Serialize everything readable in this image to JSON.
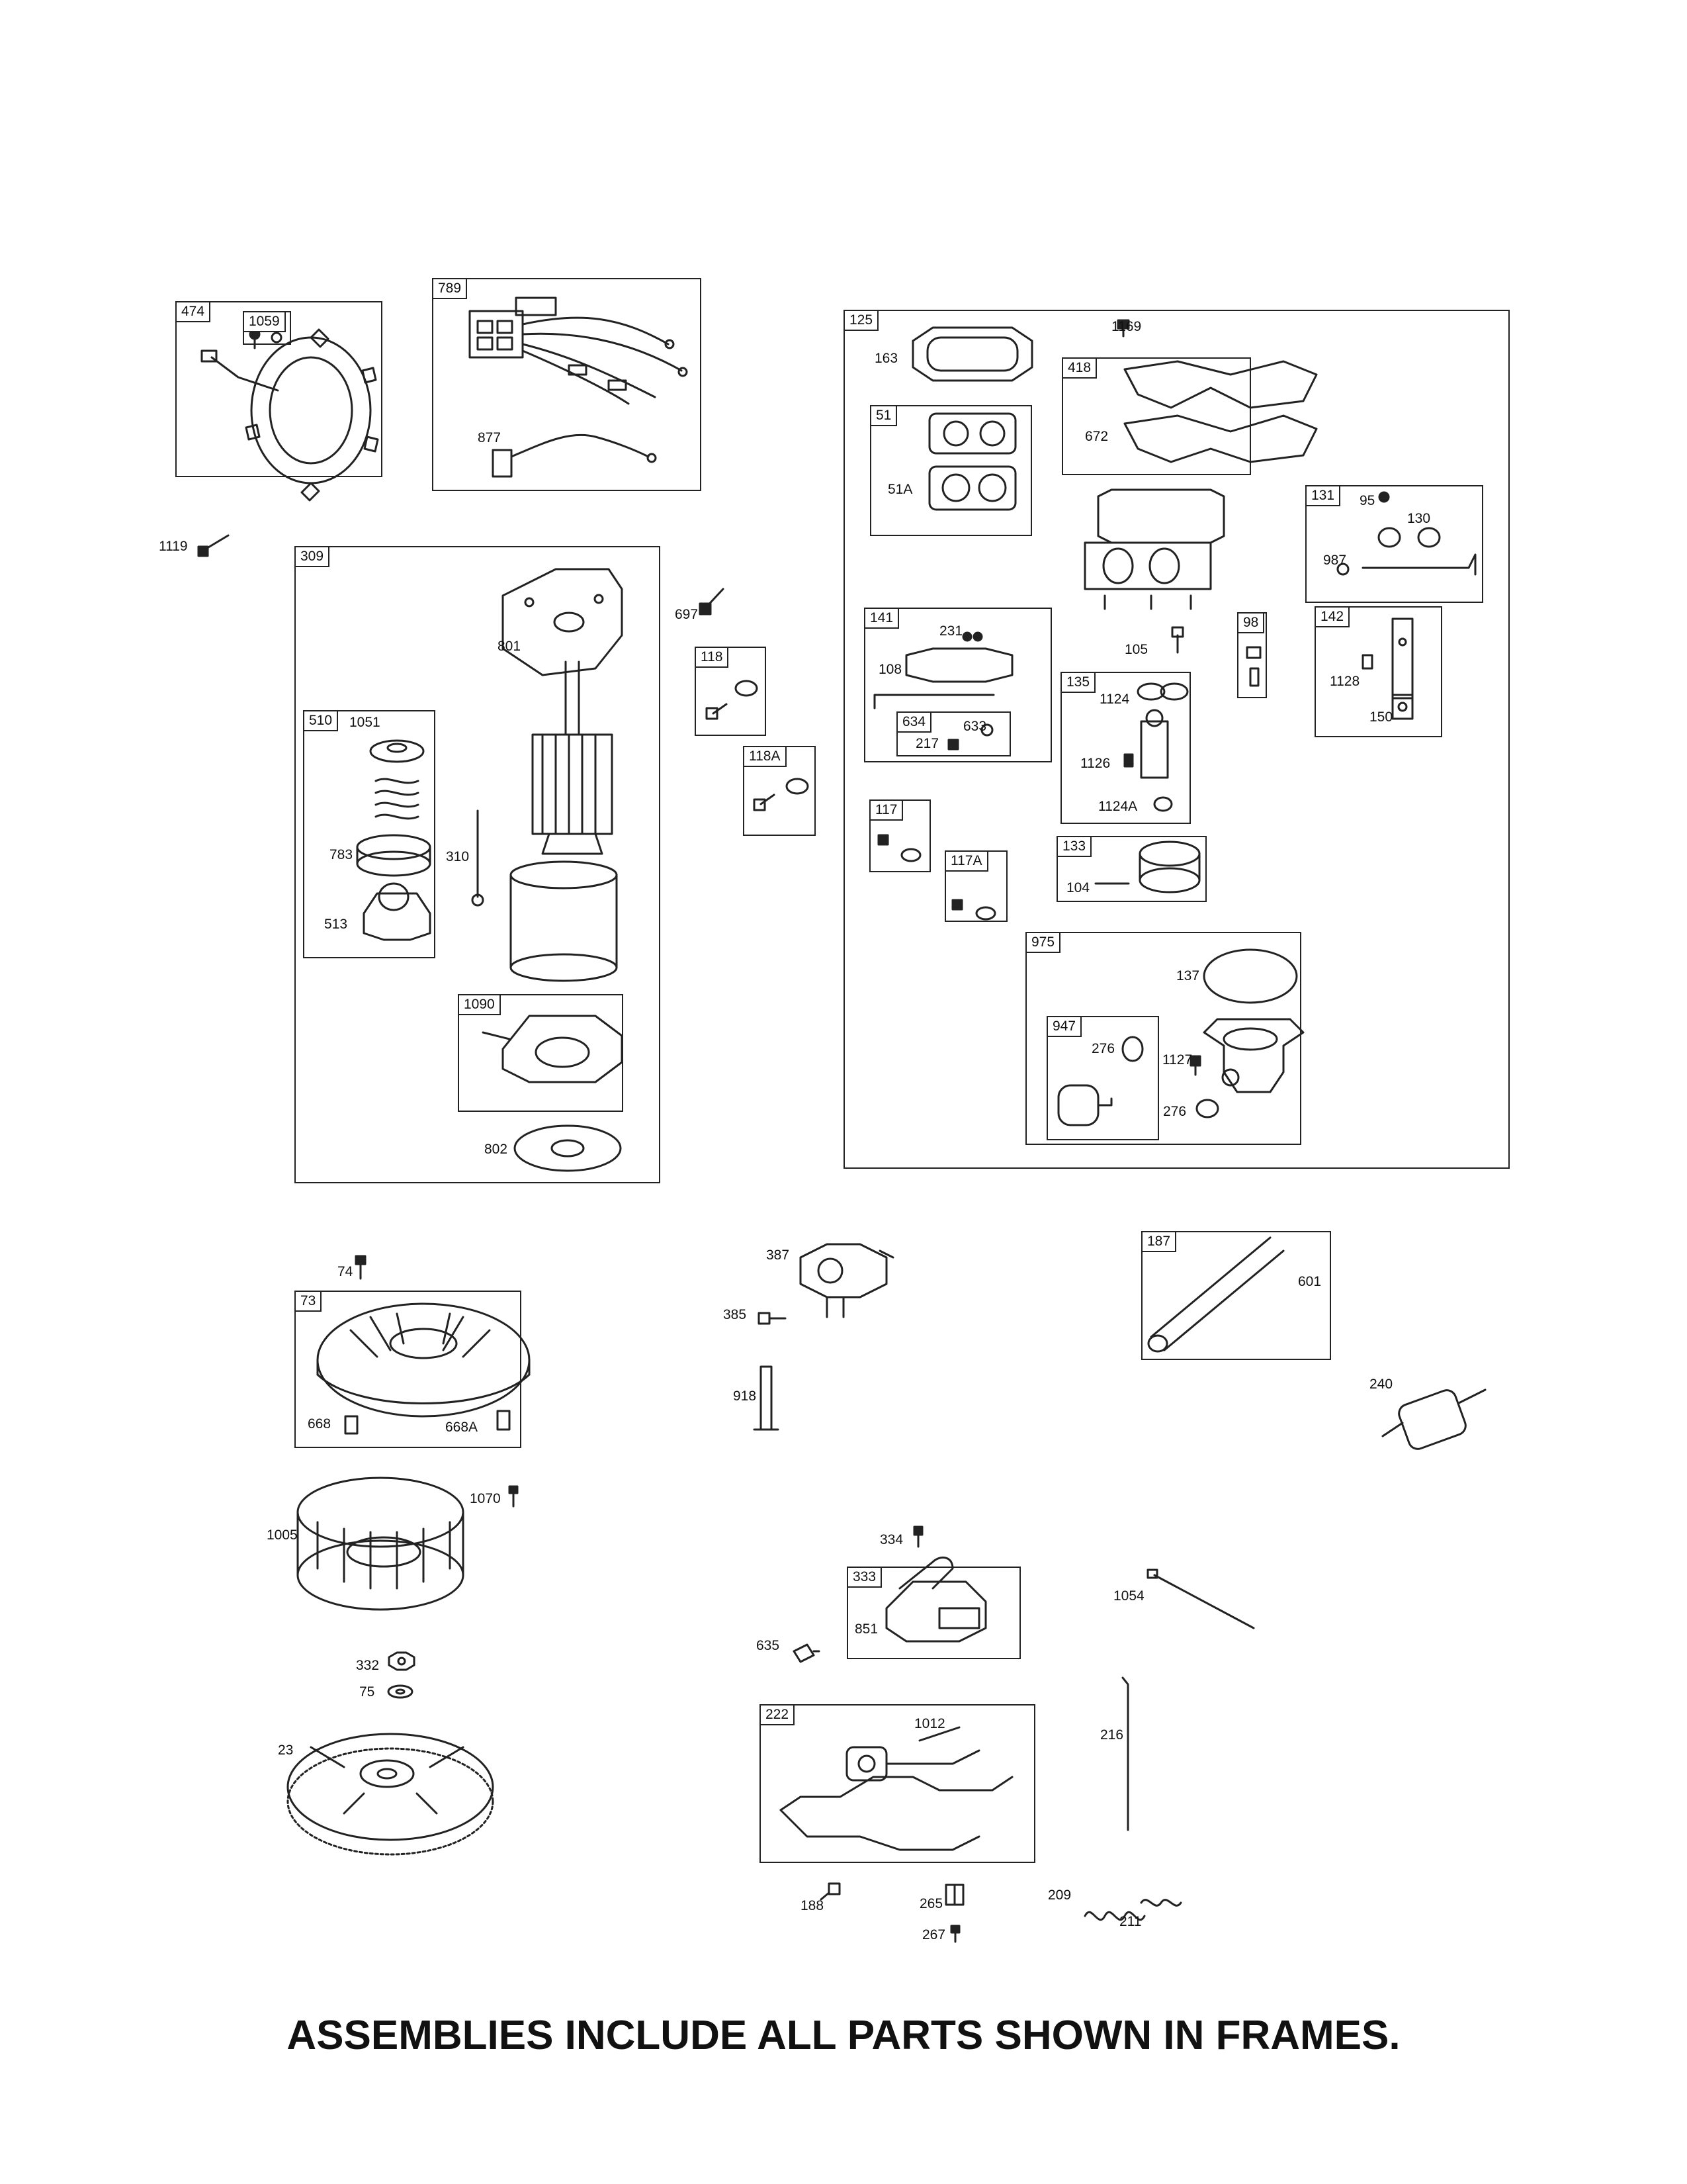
{
  "footer": "ASSEMBLIES INCLUDE ALL PARTS SHOWN IN FRAMES.",
  "frames": {
    "f474": "474",
    "f1059": "1059",
    "f789": "789",
    "f125": "125",
    "f418": "418",
    "f51": "51",
    "f131": "131",
    "f309": "309",
    "f118": "118",
    "f118A": "118A",
    "f141": "141",
    "f634": "634",
    "f98": "98",
    "f142": "142",
    "f135": "135",
    "f510": "510",
    "f117": "117",
    "f117A": "117A",
    "f133": "133",
    "f975": "975",
    "f947": "947",
    "f1090": "1090",
    "f187": "187",
    "f73": "73",
    "f333": "333",
    "f222": "222"
  },
  "labels": {
    "l877": "877",
    "l1169": "1169",
    "l163": "163",
    "l672": "672",
    "l51A": "51A",
    "l95": "95",
    "l130": "130",
    "l987": "987",
    "l1119": "1119",
    "l697": "697",
    "l801": "801",
    "l231": "231",
    "l108": "108",
    "l633": "633",
    "l217": "217",
    "l105": "105",
    "l1128": "1128",
    "l150": "150",
    "l1124": "1124",
    "l1126": "1126",
    "l1124A": "1124A",
    "l1051": "1051",
    "l783": "783",
    "l513": "513",
    "l310": "310",
    "l104": "104",
    "l137": "137",
    "l276a": "276",
    "l1127": "1127",
    "l276b": "276",
    "l802": "802",
    "l387": "387",
    "l385": "385",
    "l601": "601",
    "l74": "74",
    "l918": "918",
    "l240": "240",
    "l668": "668",
    "l668A": "668A",
    "l1070": "1070",
    "l1005": "1005",
    "l334": "334",
    "l1054": "1054",
    "l851": "851",
    "l635": "635",
    "l332": "332",
    "l75": "75",
    "l1012": "1012",
    "l216": "216",
    "l23": "23",
    "l188": "188",
    "l265": "265",
    "l209": "209",
    "l211": "211",
    "l267": "267"
  }
}
